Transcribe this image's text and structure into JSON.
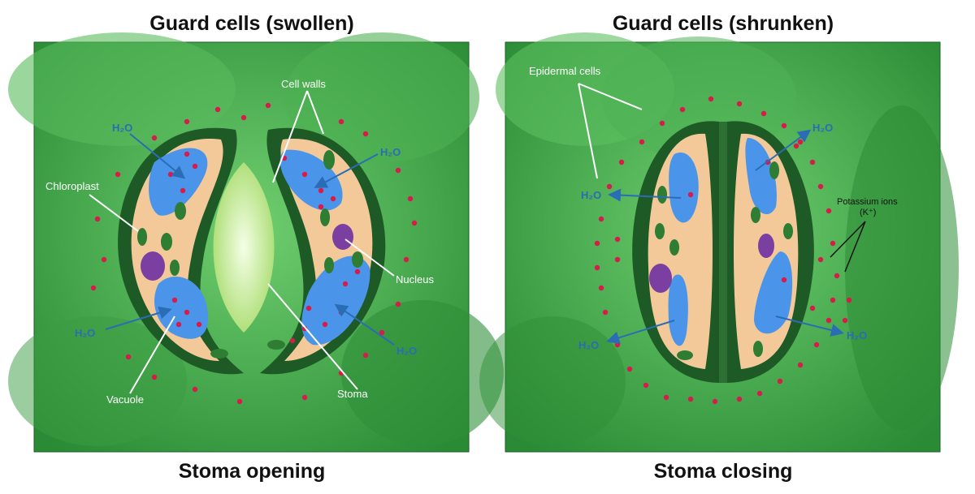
{
  "left": {
    "title": "Guard cells (swollen)",
    "caption": "Stoma opening",
    "labels": {
      "cell_walls": "Cell walls",
      "chloroplast": "Chloroplast",
      "nucleus": "Nucleus",
      "vacuole": "Vacuole",
      "stoma": "Stoma",
      "water": "H₂O"
    }
  },
  "right": {
    "title": "Guard cells (shrunken)",
    "caption": "Stoma closing",
    "labels": {
      "epidermal_cells": "Epidermal cells",
      "potassium_ions": "Potassium ions",
      "potassium_symbol": "(K⁺)",
      "water": "H₂O"
    }
  },
  "colors": {
    "background_green": "#3fa447",
    "guard_cell_wall": "#1e5a25",
    "cytoplasm": "#f3c99a",
    "vacuole": "#4a95ea",
    "nucleus": "#7a3fa0",
    "ions": "#d81b4a",
    "water_arrow": "#2a6db5"
  }
}
